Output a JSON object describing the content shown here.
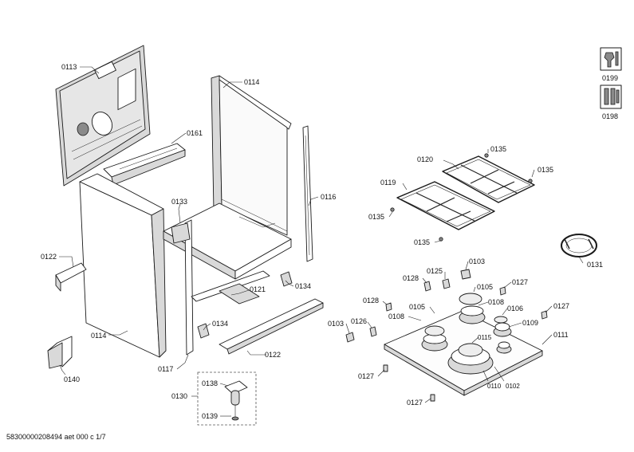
{
  "labels": {
    "l0113": "0113",
    "l0114_top": "0114",
    "l0161": "0161",
    "l0116": "0116",
    "l0133": "0133",
    "l0122_left": "0122",
    "l0121": "0121",
    "l0134_right": "0134",
    "l0114_bottom": "0114",
    "l0134_left": "0134",
    "l0122_bottom": "0122",
    "l0117": "0117",
    "l0140": "0140",
    "l0130": "0130",
    "l0138": "0138",
    "l0139": "0139",
    "l0120": "0120",
    "l0135_a": "0135",
    "l0135_b": "0135",
    "l0119": "0119",
    "l0135_c": "0135",
    "l0135_d": "0135",
    "l0131": "0131",
    "l0103_top": "0103",
    "l0125": "0125",
    "l0128_top": "0128",
    "l0127_a": "0127",
    "l0105_top": "0105",
    "l0128_mid": "0128",
    "l0108_top": "0108",
    "l0106": "0106",
    "l0127_b": "0127",
    "l0105_left": "0105",
    "l0108_left": "0108",
    "l0109": "0109",
    "l0103_left": "0103",
    "l0126": "0126",
    "l0115": "0115",
    "l0111": "0111",
    "l0127_c": "0127",
    "l0110": "0110",
    "l0102": "0102",
    "l0127_d": "0127",
    "l0199": "0199",
    "l0198": "0198"
  },
  "icons": {
    "tools": "wrench-screwdriver-icon",
    "screws": "screws-icon"
  },
  "footer": {
    "document_id": "58300000208494 aet 000 c 1/7"
  }
}
